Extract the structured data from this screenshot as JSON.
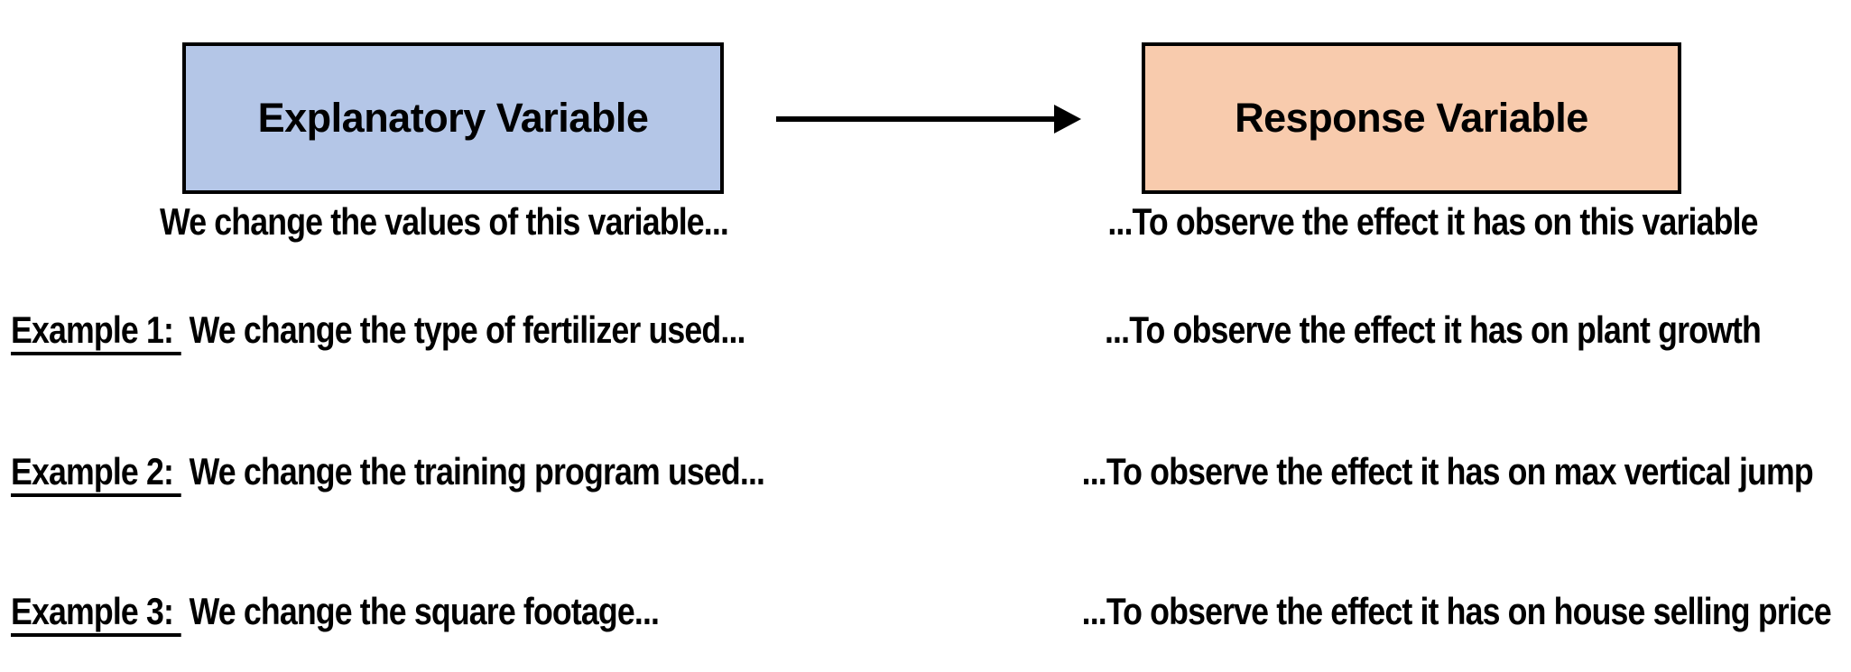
{
  "page": {
    "background": "#ffffff"
  },
  "boxes": {
    "explanatory": {
      "label": "Explanatory Variable",
      "fill": "#b4c6e7",
      "border": "#000000"
    },
    "response": {
      "label": "Response Variable",
      "fill": "#f8cbad",
      "border": "#000000"
    }
  },
  "arrow": {
    "direction": "right",
    "color": "#000000"
  },
  "captions": {
    "explanatory": "We change the values of this variable...",
    "response": "...To observe the effect it has on this variable"
  },
  "examples": [
    {
      "label": "Example 1:",
      "change": "We change the type of fertilizer used...",
      "effect": "...To observe the effect it has on plant growth"
    },
    {
      "label": "Example 2:",
      "change": "We change the training program used...",
      "effect": "...To observe the effect it has on max vertical jump"
    },
    {
      "label": "Example 3:",
      "change": "We change the square footage...",
      "effect": "...To observe the effect it has on house selling price"
    }
  ]
}
